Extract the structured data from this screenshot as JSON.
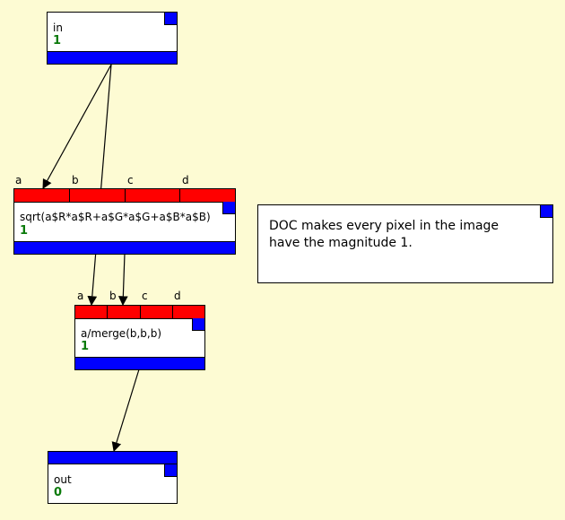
{
  "nodes": {
    "in": {
      "label": "in",
      "count": "1"
    },
    "sqrt": {
      "label": "sqrt(a$R*a$R+a$G*a$G+a$B*a$B)",
      "count": "1",
      "ports": [
        "a",
        "b",
        "c",
        "d"
      ]
    },
    "merge": {
      "label": "a/merge(b,b,b)",
      "count": "1",
      "ports": [
        "a",
        "b",
        "c",
        "d"
      ]
    },
    "out": {
      "label": "out",
      "count": "0"
    }
  },
  "doc": {
    "text": "DOC makes every pixel in the image have the magnitude 1."
  },
  "colors": {
    "background": "#fdfbd3",
    "port": "#ff0000",
    "bar": "#0000ff",
    "count": "#0a7a0a"
  }
}
